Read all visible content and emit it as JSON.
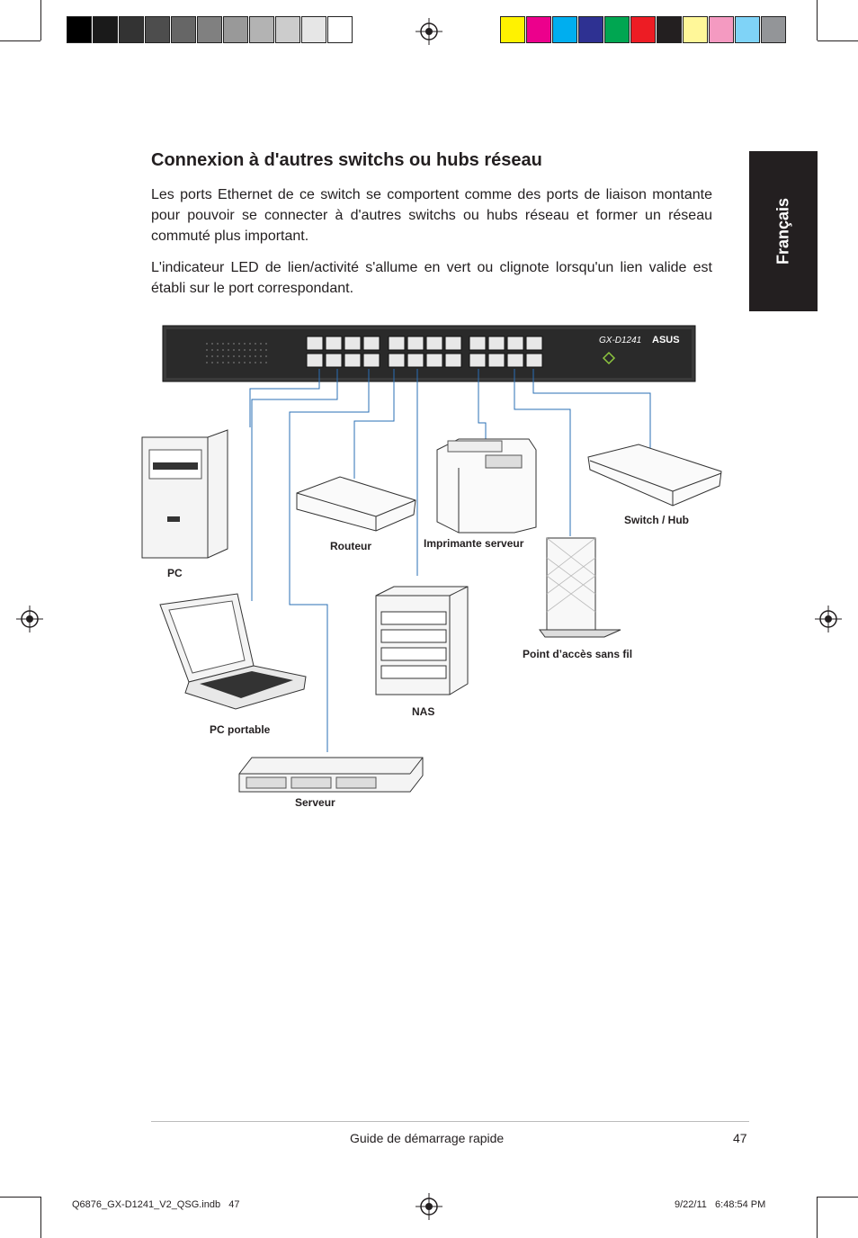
{
  "print_marks": {
    "gray_swatches": [
      "#000000",
      "#1a1a1a",
      "#333333",
      "#4d4d4d",
      "#666666",
      "#808080",
      "#999999",
      "#b3b3b3",
      "#cccccc",
      "#e6e6e6",
      "#ffffff"
    ],
    "color_swatches": [
      "#fff200",
      "#ec008c",
      "#00aeef",
      "#2e3192",
      "#00a651",
      "#ed1c24",
      "#231f20",
      "#fff799",
      "#f49ac1",
      "#7fd3f7",
      "#939598"
    ]
  },
  "sidebar": {
    "language": "Français"
  },
  "content": {
    "heading": "Connexion à d'autres switchs ou hubs réseau",
    "paragraph1": "Les ports Ethernet de ce switch se comportent comme des ports de liaison montante pour pouvoir se connecter à d'autres switchs ou hubs réseau et former un réseau commuté plus important.",
    "paragraph2": "L'indicateur LED de lien/activité s'allume en vert ou clignote lorsqu'un lien valide est établi sur le port correspondant."
  },
  "diagram": {
    "switch_model": "GX-D1241",
    "brand": "ASUS",
    "labels": {
      "pc": "PC",
      "router": "Routeur",
      "printer": "Imprimante serveur",
      "switch_hub": "Switch / Hub",
      "access_point": "Point d’accès sans fil",
      "laptop": "PC portable",
      "nas": "NAS",
      "server": "Serveur"
    }
  },
  "footer": {
    "guide_title": "Guide de démarrage rapide",
    "page_number": "47",
    "file_name": "Q6876_GX-D1241_V2_QSG.indb   47",
    "timestamp": "9/22/11   6:48:54 PM"
  }
}
